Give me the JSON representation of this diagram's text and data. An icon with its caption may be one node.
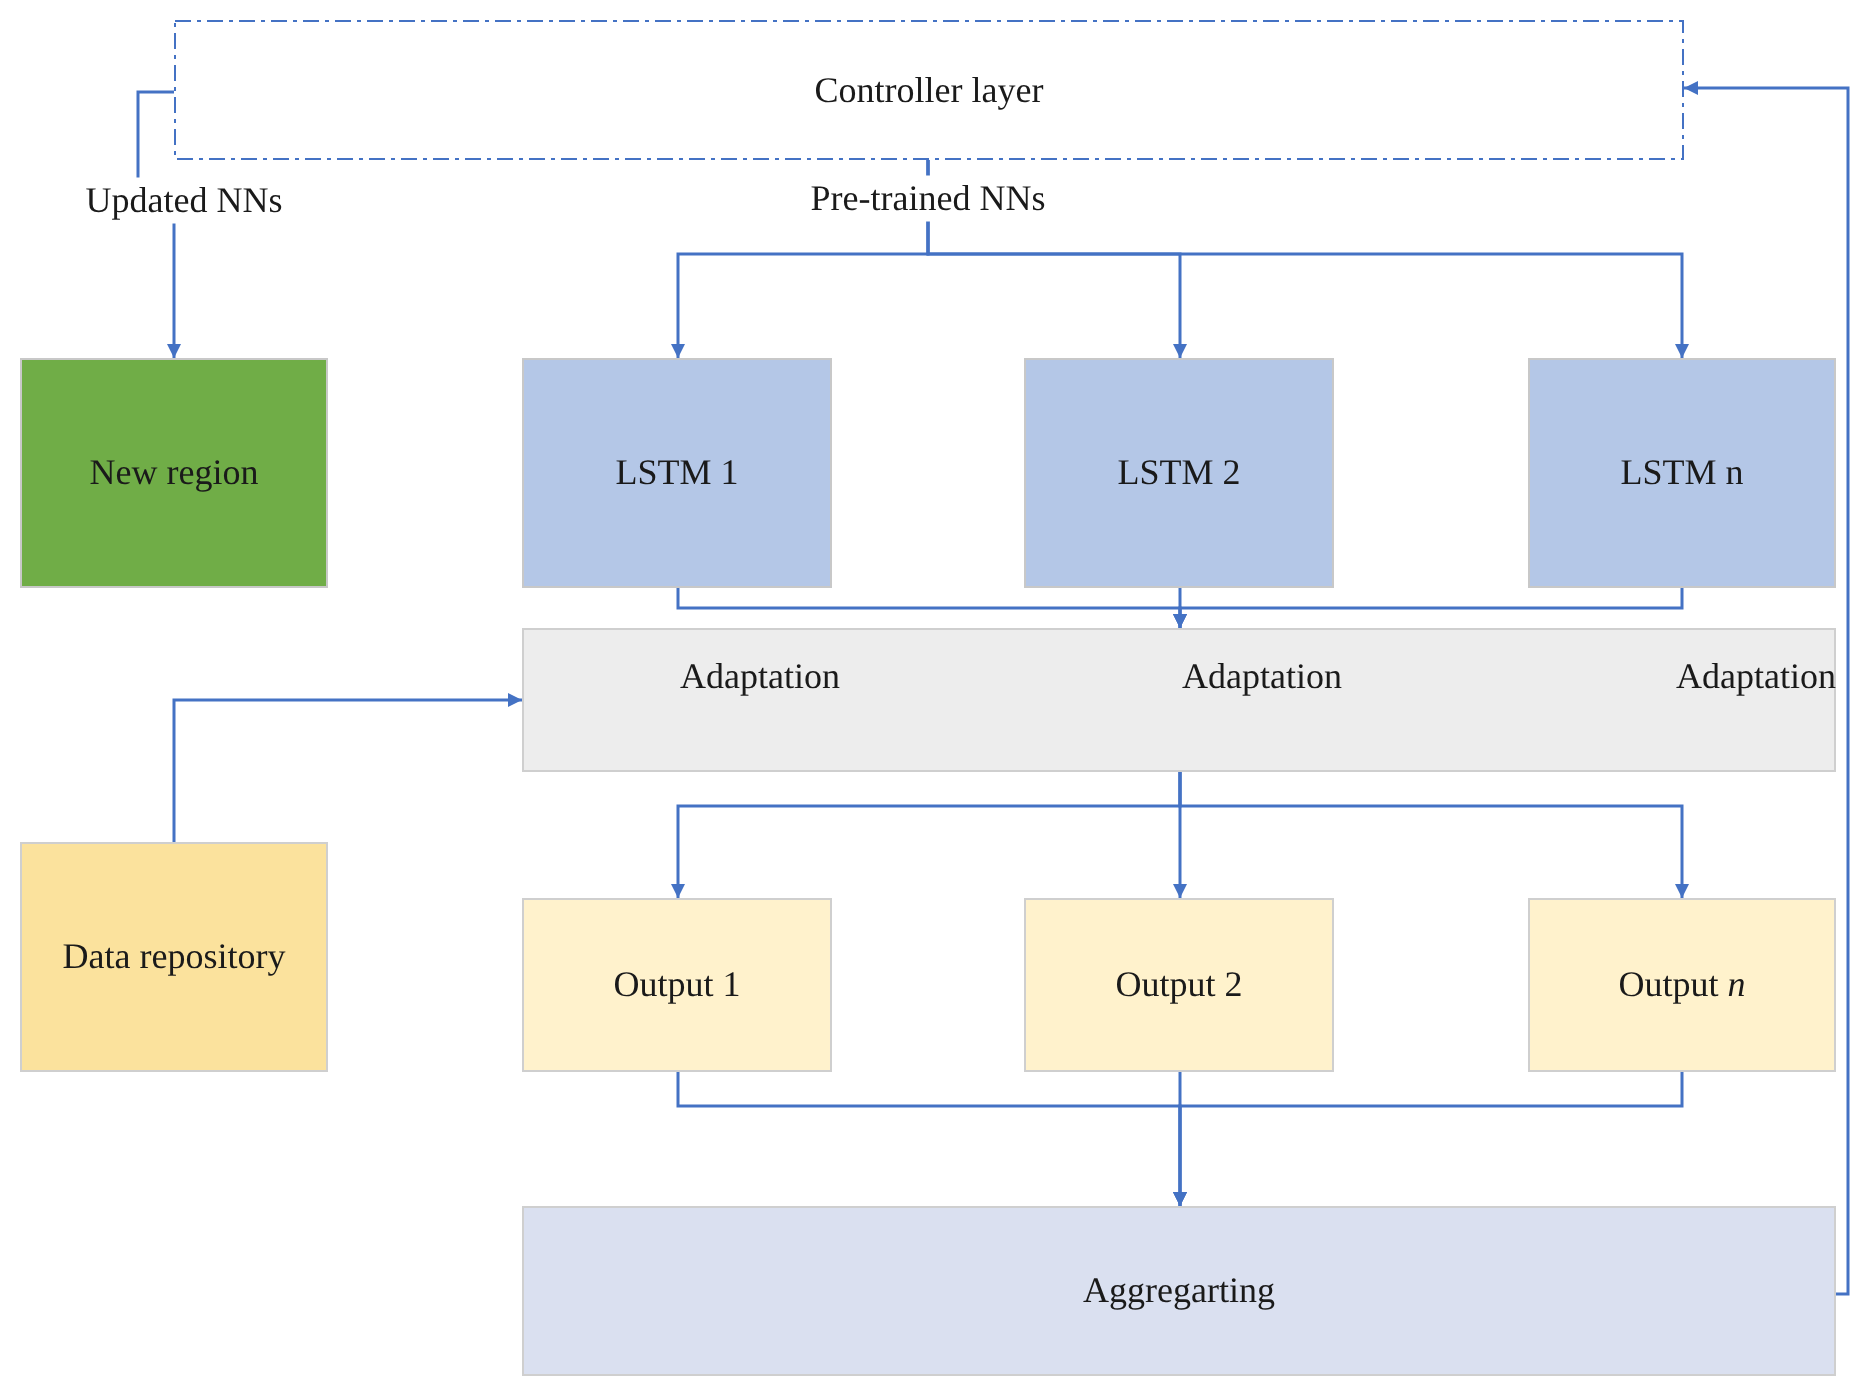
{
  "diagram": {
    "nodes": [
      {
        "text": [
          "Controller layer"
        ]
      },
      {
        "text": [
          "New region"
        ]
      },
      {
        "text": [
          "LSTM 1"
        ]
      },
      {
        "text": [
          "LSTM 2"
        ]
      },
      {
        "text": [
          "LSTM n"
        ]
      },
      {
        "text": [
          "Adaptation",
          "Adaptation",
          "Adaptation"
        ]
      },
      {
        "text": [
          "Data repository"
        ]
      },
      {
        "text": [
          "Output 1"
        ]
      },
      {
        "text": [
          "Output 2"
        ]
      },
      {
        "text": [
          "Output *n*"
        ]
      },
      {
        "text": [
          "Aggregarting"
        ]
      }
    ],
    "edges": [
      {
        "from": 0,
        "to": 1,
        "arrow": "to",
        "label": "Updated NNs"
      },
      {
        "from": 0,
        "to": 2,
        "arrow": "to"
      },
      {
        "from": 0,
        "to": 3,
        "arrow": "to",
        "label": "Pre-trained NNs"
      },
      {
        "from": 0,
        "to": 4,
        "arrow": "to"
      },
      {
        "from": 2,
        "to": 5,
        "arrow": "to"
      },
      {
        "from": 3,
        "to": 5,
        "arrow": "to"
      },
      {
        "from": 4,
        "to": 5,
        "arrow": "to"
      },
      {
        "from": 6,
        "to": 5,
        "arrow": "to"
      },
      {
        "from": 5,
        "to": 7,
        "arrow": "to"
      },
      {
        "from": 5,
        "to": 8,
        "arrow": "to"
      },
      {
        "from": 5,
        "to": 9,
        "arrow": "to"
      },
      {
        "from": 7,
        "to": 10,
        "arrow": "to"
      },
      {
        "from": 8,
        "to": 10,
        "arrow": "to"
      },
      {
        "from": 9,
        "to": 10,
        "arrow": "to"
      },
      {
        "from": 10,
        "to": 0,
        "arrow": "to"
      }
    ]
  }
}
